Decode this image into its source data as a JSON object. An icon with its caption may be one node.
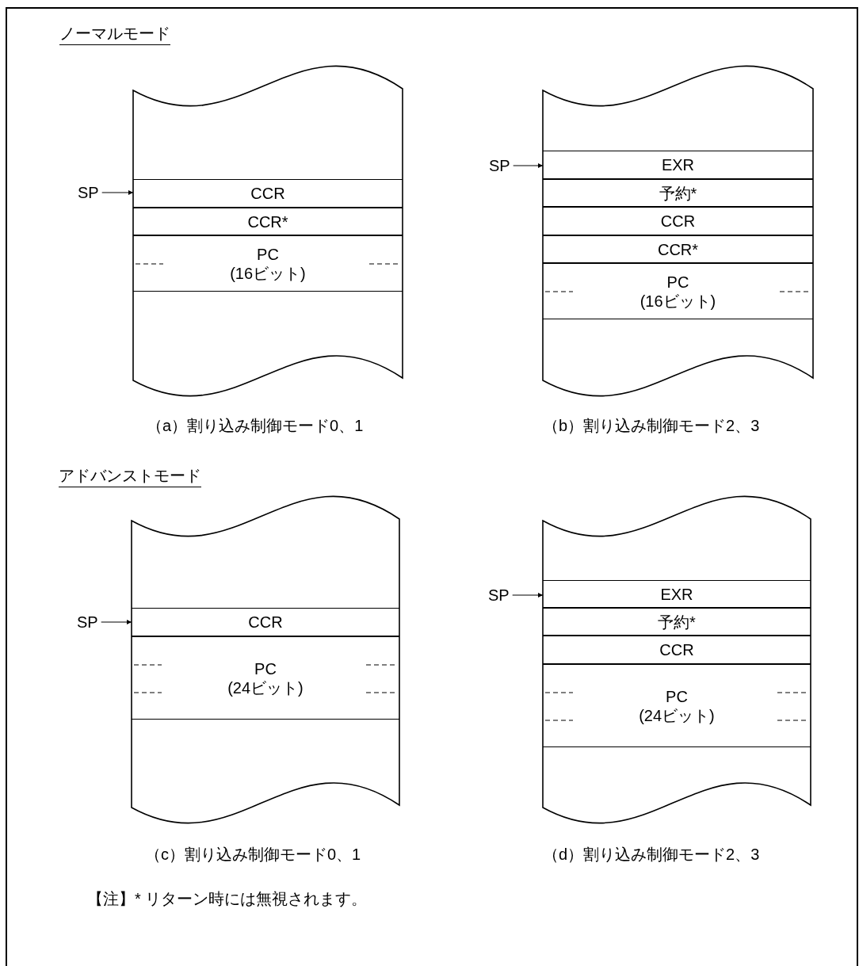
{
  "diagram": {
    "nodes": [
      {
        "text": [
          "SP"
        ]
      },
      {
        "text": [],
        "shape": "box"
      },
      {
        "text": [
          "CCR"
        ],
        "in": 1
      },
      {
        "text": [
          "CCR*"
        ],
        "in": 1
      },
      {
        "text": [
          "PC (16ビット)"
        ],
        "in": 1
      },
      {
        "text": [
          "SP"
        ]
      },
      {
        "text": [],
        "shape": "box"
      },
      {
        "text": [
          "EXR"
        ],
        "in": 6
      },
      {
        "text": [
          "予約*"
        ],
        "in": 6
      },
      {
        "text": [
          "CCR"
        ],
        "in": 6
      },
      {
        "text": [
          "CCR*"
        ],
        "in": 6
      },
      {
        "text": [
          "PC (16ビット)"
        ],
        "in": 6
      },
      {
        "text": [
          "SP"
        ]
      },
      {
        "text": [],
        "shape": "box"
      },
      {
        "text": [
          "CCR"
        ],
        "in": 13
      },
      {
        "text": [
          "PC (24ビット)"
        ],
        "in": 13
      },
      {
        "text": [
          "SP"
        ]
      },
      {
        "text": [],
        "shape": "box"
      },
      {
        "text": [
          "EXR"
        ],
        "in": 17
      },
      {
        "text": [
          "予約*"
        ],
        "in": 17
      },
      {
        "text": [
          "CCR"
        ],
        "in": 17
      },
      {
        "text": [
          "PC (24ビット)"
        ],
        "in": 17
      }
    ],
    "edges": [
      {
        "from": 0,
        "to": 2,
        "arrow": "to"
      },
      {
        "from": 5,
        "to": 7,
        "arrow": "to"
      },
      {
        "from": 12,
        "to": 14,
        "arrow": "to"
      },
      {
        "from": 16,
        "to": 18,
        "arrow": "to"
      }
    ],
    "labels": [
      "ノーマルモード",
      "（a）割り込み制御モード0、1",
      "（b）割り込み制御モード2、3",
      "アドバンストモード",
      "（c）割り込み制御モード0、1",
      "（d）割り込み制御モード2、3",
      "【注】* リターン時には無視されます。"
    ]
  }
}
